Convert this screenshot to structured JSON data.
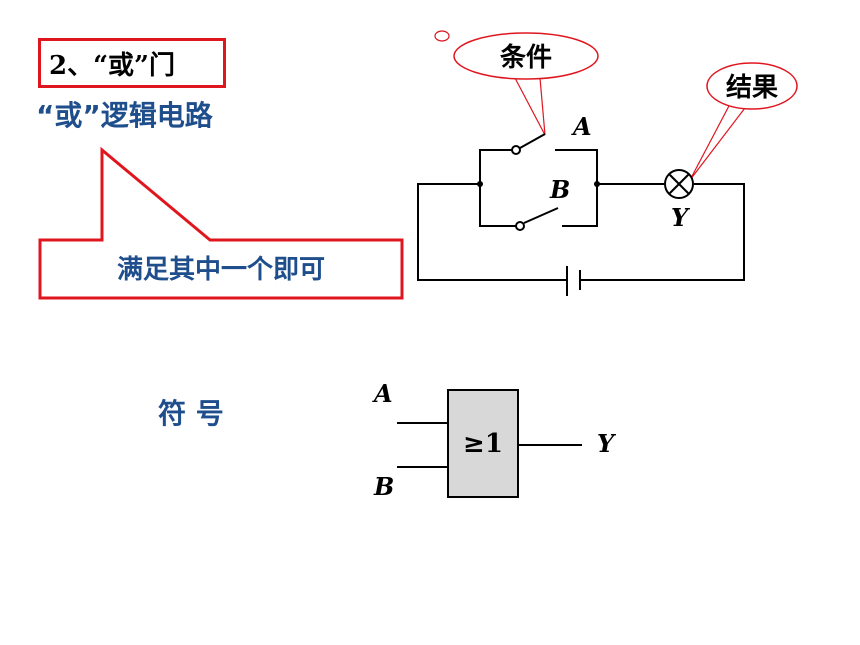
{
  "title": "2、“或”门",
  "subtitle": "“或”逻辑电路",
  "callout_text": "满足其中一个即可",
  "condition_bubble": "条件",
  "result_bubble": "结果",
  "circuit": {
    "switch_a": "A",
    "switch_b": "B",
    "lamp": "Y"
  },
  "symbol": {
    "label": "符 号",
    "gate_text": "≥1",
    "input_a": "A",
    "input_b": "B",
    "output": "Y"
  },
  "colors": {
    "accent_red": "#e0161f",
    "title_blue": "#1f4e8c",
    "gate_fill": "#d8d8d8"
  }
}
